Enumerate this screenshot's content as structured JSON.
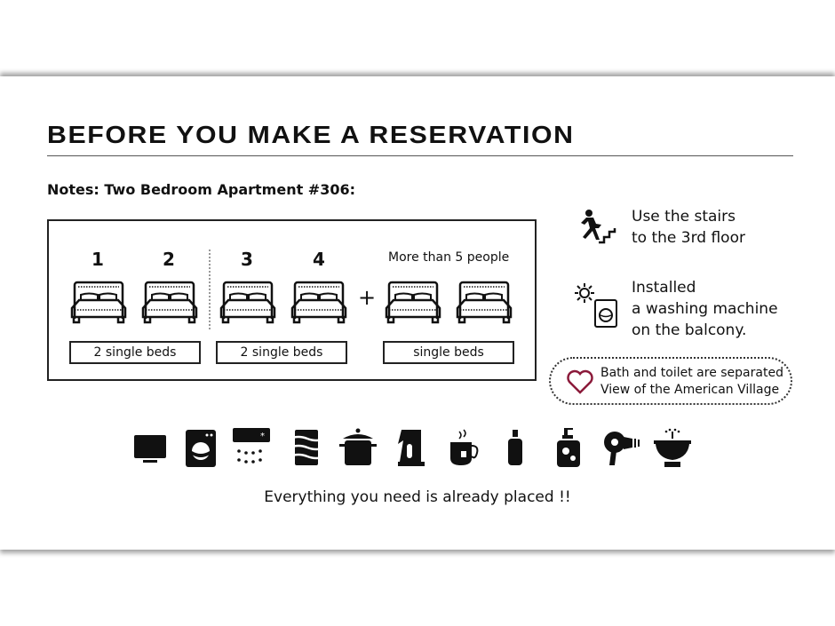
{
  "title": "BEFORE YOU MAKE A RESERVATION",
  "notes": "Notes: Two Bedroom Apartment #306:",
  "beds": {
    "numbers": [
      "1",
      "2",
      "3",
      "4"
    ],
    "more_label": "More than 5 people",
    "plus": "+",
    "labels": [
      "2 single beds",
      "2 single beds",
      "single beds"
    ]
  },
  "info": {
    "stairs": [
      "Use the stairs",
      "to the 3rd floor"
    ],
    "washer": [
      "Installed",
      "a washing machine",
      "on the balcony."
    ],
    "highlights": [
      "Bath and toilet are separated",
      "View of the American Village"
    ]
  },
  "amenities": [
    "tv-icon",
    "washing-machine-icon",
    "air-conditioner-icon",
    "heater-icon",
    "cooking-pot-icon",
    "electric-kettle-icon",
    "tea-cup-icon",
    "lotion-bottle-icon",
    "soap-dispenser-icon",
    "hair-dryer-icon",
    "washbasin-icon"
  ],
  "footer": "Everything you need is already placed !!",
  "colors": {
    "heart": "#8b1a3a"
  }
}
